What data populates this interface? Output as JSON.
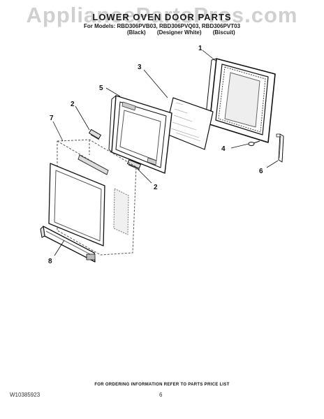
{
  "watermark": "AppliancePartsPros.com",
  "header": {
    "title": "LOWER OVEN DOOR PARTS",
    "models": "For Models: RBD306PVB03, RBD306PVQ03, RBD306PVT03",
    "finishes": [
      "(Black)",
      "(Designer White)",
      "(Biscuit)"
    ]
  },
  "callouts": {
    "c1": "1",
    "c2a": "2",
    "c2b": "2",
    "c3": "3",
    "c4": "4",
    "c5": "5",
    "c6": "6",
    "c7": "7",
    "c8": "8"
  },
  "footer": {
    "ordering_note": "FOR ORDERING INFORMATION REFER TO PARTS PRICE LIST",
    "doc_number": "W10385923",
    "page_number": "6"
  }
}
